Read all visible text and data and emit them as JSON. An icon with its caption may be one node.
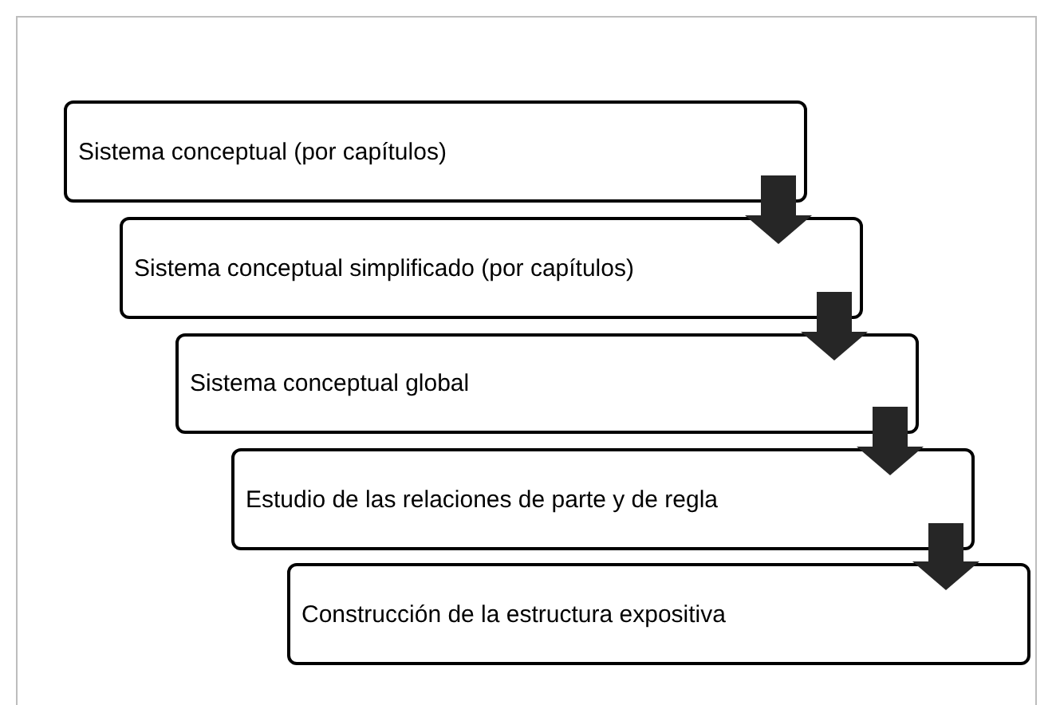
{
  "diagram": {
    "nodes": [
      {
        "text": [
          "Sistema conceptual (por capítulos)"
        ]
      },
      {
        "text": [
          "Sistema conceptual simplificado (por capítulos)"
        ]
      },
      {
        "text": [
          "Sistema conceptual global"
        ]
      },
      {
        "text": [
          "Estudio de las relaciones de parte y de regla"
        ]
      },
      {
        "text": [
          "Construcción de la estructura expositiva"
        ]
      }
    ],
    "edges": [
      {
        "from": 0,
        "to": 1,
        "arrow": "to"
      },
      {
        "from": 1,
        "to": 2,
        "arrow": "to"
      },
      {
        "from": 2,
        "to": 3,
        "arrow": "to"
      },
      {
        "from": 3,
        "to": 4,
        "arrow": "to"
      }
    ]
  }
}
